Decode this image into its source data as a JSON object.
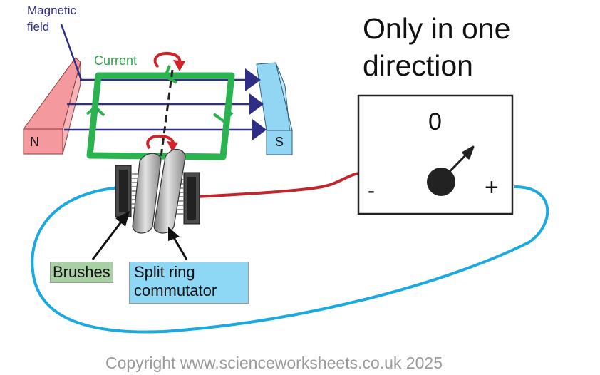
{
  "labels": {
    "magnetic_field": "Magnetic field",
    "current": "Current",
    "title": "Only in one direction",
    "meter_reading": "0",
    "meter_minus": "-",
    "meter_plus": "+",
    "north": "N",
    "south": "S",
    "brushes": "Brushes",
    "commutator": "Split ring commutator",
    "copyright": "Copyright www.scienceworksheets.co.uk 2025"
  },
  "colors": {
    "north_pole": "#f4999e",
    "south_pole": "#93d6f4",
    "field_lines": "#2e2e86",
    "coil": "#2ab34e",
    "rotation_arrows": "#d1242a",
    "positive_wire": "#c0262e",
    "negative_wire": "#1aa9e0",
    "brushes_label_bg": "#a9d0a5",
    "commutator_label_bg": "#8fd8f5"
  },
  "icons": [
    "rotation-arrow-icon",
    "meter-pointer-icon",
    "field-arrow-icon"
  ]
}
